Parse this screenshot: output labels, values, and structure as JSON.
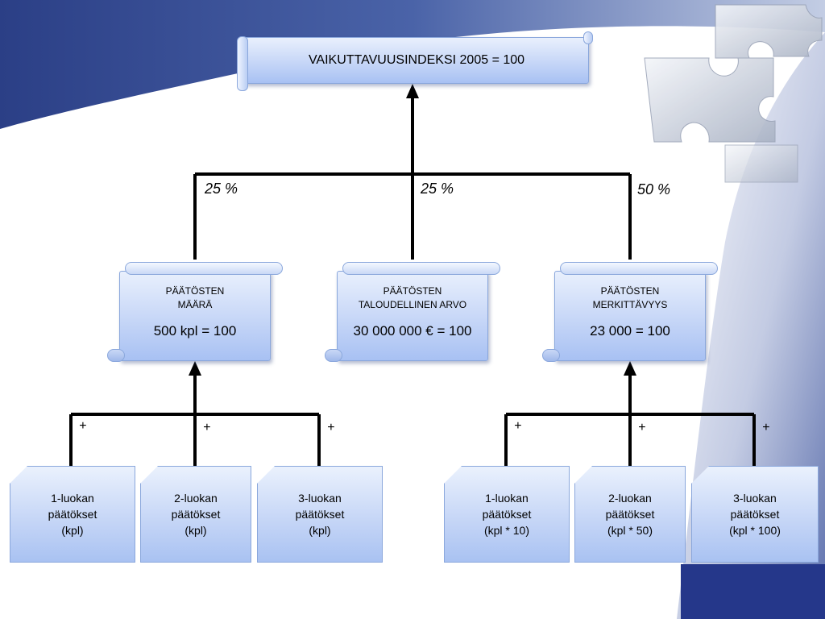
{
  "top": {
    "title": "VAIKUTTAVUUSINDEKSI 2005 = 100"
  },
  "weights": [
    "25 %",
    "25 %",
    "50 %"
  ],
  "middle": [
    {
      "line1": "PÄÄTÖSTEN",
      "line2": "MÄÄRÄ",
      "value": "500 kpl = 100"
    },
    {
      "line1": "PÄÄTÖSTEN",
      "line2": "TALOUDELLINEN ARVO",
      "value": "30 000 000 € = 100"
    },
    {
      "line1": "PÄÄTÖSTEN",
      "line2": "MERKITTÄVYYS",
      "value": "23 000 = 100"
    }
  ],
  "plus_sign": "+",
  "bottom": [
    {
      "line1": "1-luokan",
      "line2": "päätökset",
      "line3": "(kpl)"
    },
    {
      "line1": "2-luokan",
      "line2": "päätökset",
      "line3": "(kpl)"
    },
    {
      "line1": "3-luokan",
      "line2": "päätökset",
      "line3": "(kpl)"
    },
    {
      "line1": "1-luokan",
      "line2": "päätökset",
      "line3": "(kpl * 10)"
    },
    {
      "line1": "2-luokan",
      "line2": "päätökset",
      "line3": "(kpl * 50)"
    },
    {
      "line1": "3-luokan",
      "line2": "päätökset",
      "line3": "(kpl * 100)"
    }
  ],
  "colors": {
    "accent": "#3f5ca8",
    "box_fill": "#c6d6f7",
    "line": "#000000"
  }
}
